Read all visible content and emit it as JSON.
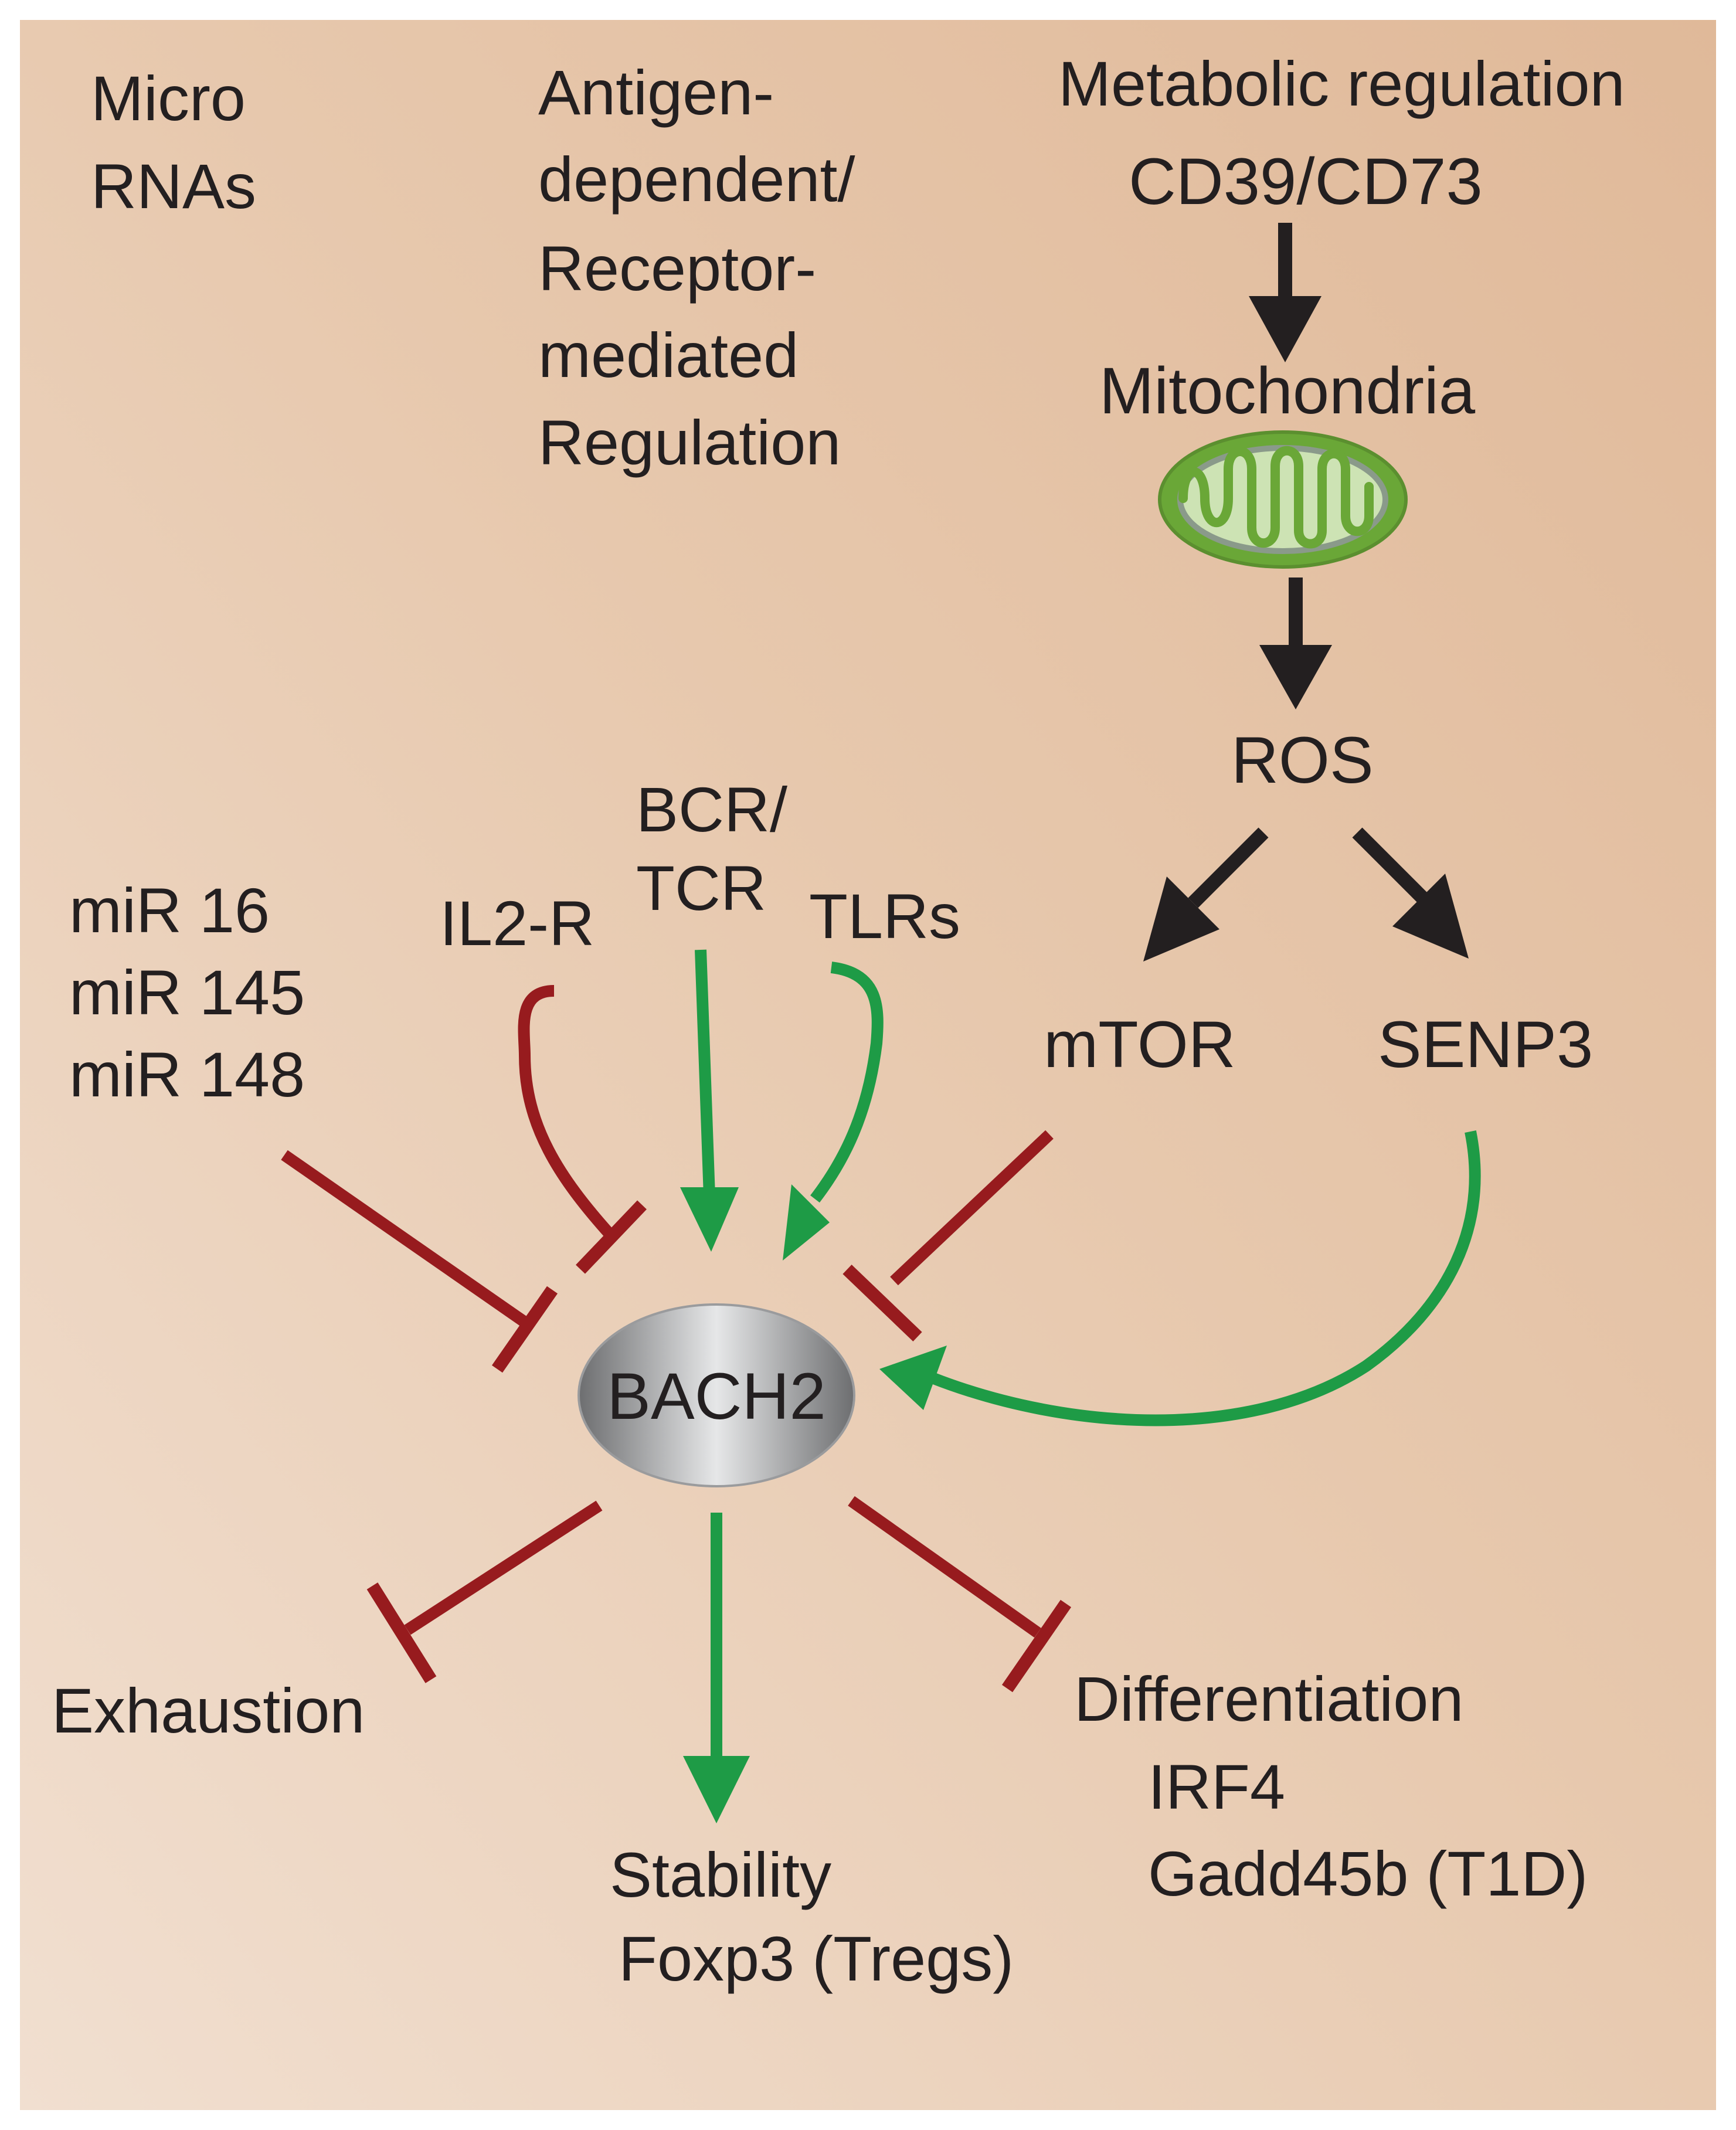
{
  "colors": {
    "background_light": "#f1dfd0",
    "background_dark": "#e2bc9c",
    "activate_green": "#1e9b46",
    "inhibit_red": "#971b1e",
    "flow_black": "#231f20",
    "mito_outer": "#6aa737",
    "mito_inner": "#cde3b4",
    "bach2_gray": "#b8b9bb"
  },
  "headers": {
    "micro": [
      "Micro",
      "RNAs"
    ],
    "antigen": [
      "Antigen-",
      "dependent/",
      "Receptor-",
      "mediated",
      "Regulation"
    ],
    "metabolic": "Metabolic regulation"
  },
  "nodes": {
    "cd39": "CD39/CD73",
    "mitochondria": "Mitochondria",
    "ros": "ROS",
    "mtor": "mTOR",
    "senp3": "SENP3",
    "mirnas": [
      "miR 16",
      "miR 145",
      "miR 148"
    ],
    "il2r": "IL2-R",
    "bcr_tcr": [
      "BCR/",
      "TCR"
    ],
    "tlrs": "TLRs",
    "bach2": "BACH2"
  },
  "outcomes": {
    "exhaustion": "Exhaustion",
    "stability": [
      "Stability",
      "Foxp3 (Tregs)"
    ],
    "differentiation": [
      "Differentiation",
      "IRF4",
      "Gadd45b (T1D)"
    ]
  },
  "icons": {
    "mitochondrion": "mitochondrion-icon"
  }
}
